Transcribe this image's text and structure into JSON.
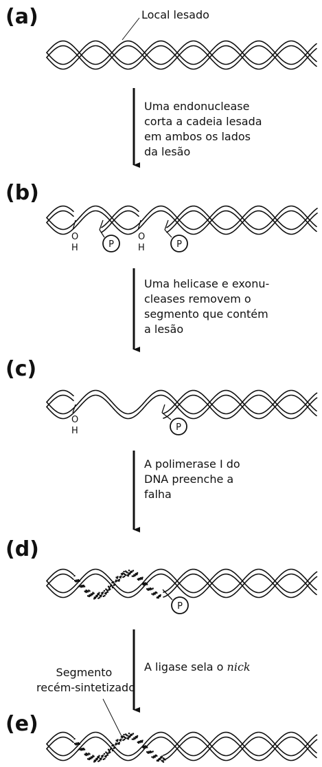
{
  "panels": {
    "a": {
      "label": "(a)",
      "callout": "Local lesado"
    },
    "b": {
      "label": "(b)",
      "oh": [
        "O",
        "H"
      ],
      "p": "P"
    },
    "c": {
      "label": "(c)",
      "oh": [
        "O",
        "H"
      ],
      "p": "P"
    },
    "d": {
      "label": "(d)",
      "p": "P"
    },
    "e": {
      "label": "(e)",
      "callout_lines": [
        "Segmento",
        "recém-sintetizado"
      ]
    }
  },
  "steps": [
    {
      "lines": [
        "Uma endonuclease",
        "corta a cadeia lesada",
        "em ambos os lados",
        "da lesão"
      ]
    },
    {
      "lines": [
        "Uma helicase e exonu-",
        "cleases removem o",
        "segmento que contém",
        "a lesão"
      ]
    },
    {
      "lines": [
        "A polimerase I do",
        "DNA preenche a",
        "falha"
      ]
    },
    {
      "text": "A ligase sela o ",
      "italic": "nick"
    }
  ]
}
